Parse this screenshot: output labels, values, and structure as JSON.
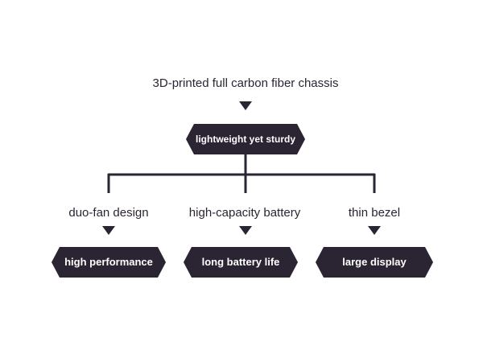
{
  "colors": {
    "shape_fill": "#2b2433",
    "line": "#2b2433",
    "box_text": "#ffffff",
    "label_text": "#2b2433"
  },
  "root": {
    "label": "3D-printed full carbon fiber chassis",
    "box": "lightweight yet sturdy"
  },
  "branches": [
    {
      "label": "duo-fan design",
      "box": "high performance"
    },
    {
      "label": "high-capacity battery",
      "box": "long battery life"
    },
    {
      "label": "thin bezel",
      "box": "large display"
    }
  ]
}
